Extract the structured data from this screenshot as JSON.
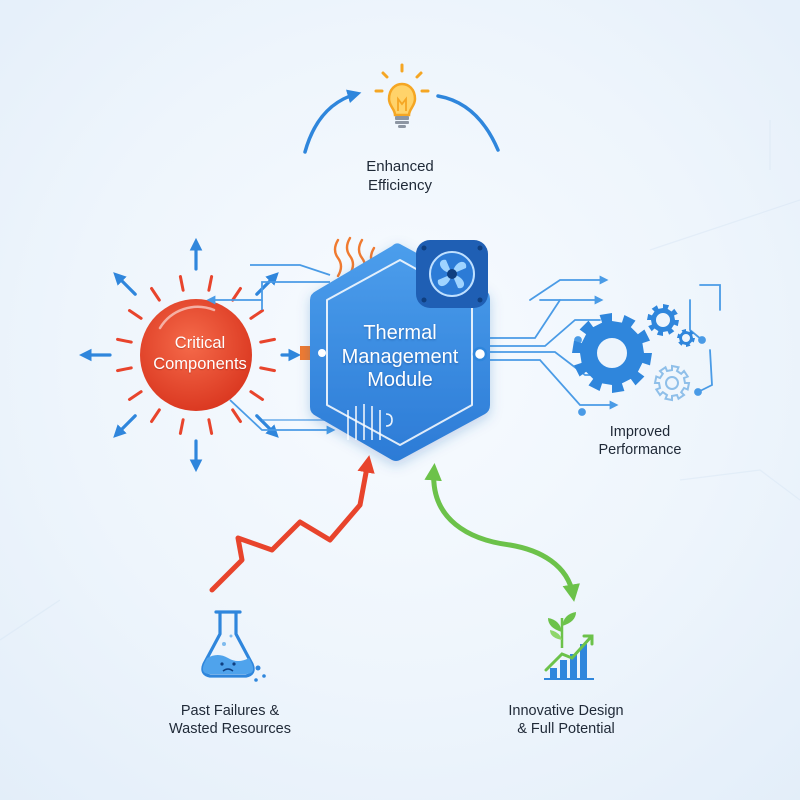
{
  "nodes": {
    "central": {
      "line1": "Thermal",
      "line2": "Management",
      "line3": "Module"
    },
    "critical": {
      "line1": "Critical",
      "line2": "Components"
    },
    "efficiency": {
      "line1": "Enhanced",
      "line2": "Efficiency"
    },
    "performance": {
      "line1": "Improved",
      "line2": "Performance"
    },
    "failures": {
      "line1": "Past Failures &",
      "line2": "Wasted Resources"
    },
    "innovative": {
      "line1": "Innovative Design",
      "line2": "& Full Potential"
    }
  },
  "colors": {
    "primary_blue": "#2f86dc",
    "hexagon_fill": "#3b8fe4",
    "critical_red": "#e8442c",
    "heat_orange": "#f07a30",
    "growth_green": "#6cc24a",
    "bulb_yellow": "#f5a623"
  },
  "icons": [
    "lightbulb-icon",
    "gear-icon",
    "cooling-fan-icon",
    "heat-waves-icon",
    "flask-icon",
    "growth-chart-icon",
    "circuit-icon"
  ]
}
